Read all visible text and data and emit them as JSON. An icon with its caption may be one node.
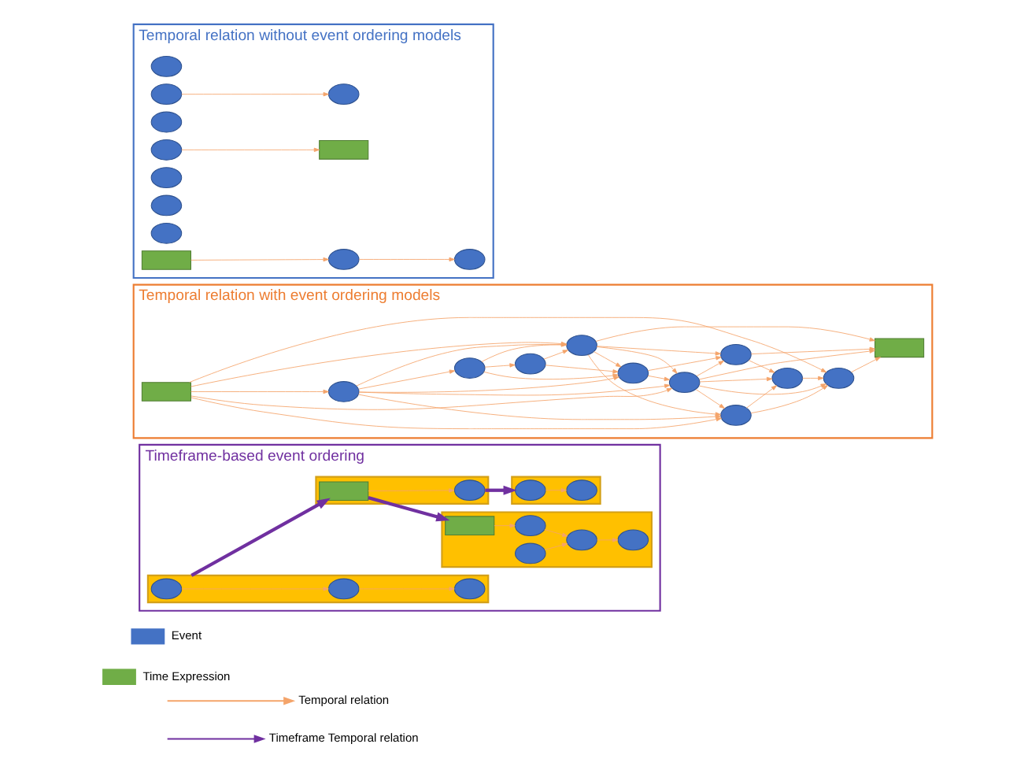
{
  "diagram": {
    "nodes": [
      {
        "text": [
          "Temporal relation without event ordering models"
        ]
      },
      {
        "text": [],
        "shape": "circle",
        "in": 0
      },
      {
        "text": [],
        "shape": "circle",
        "in": 0
      },
      {
        "text": [],
        "shape": "circle",
        "in": 0
      },
      {
        "text": [],
        "shape": "circle",
        "in": 0
      },
      {
        "text": [],
        "shape": "box",
        "in": 0
      },
      {
        "text": [],
        "shape": "circle",
        "in": 0
      },
      {
        "text": [],
        "shape": "circle",
        "in": 0
      },
      {
        "text": [],
        "shape": "circle",
        "in": 0
      },
      {
        "text": [],
        "shape": "circle",
        "in": 0
      },
      {
        "text": [],
        "shape": "circle",
        "in": 0
      },
      {
        "text": [],
        "shape": "circle",
        "in": 0
      },
      {
        "text": [],
        "shape": "box",
        "in": 0
      },
      {
        "text": [
          "Temporal relation with event ordering models"
        ]
      },
      {
        "text": [],
        "shape": "circle",
        "in": 13
      },
      {
        "text": [],
        "shape": "circle",
        "in": 13
      },
      {
        "text": [],
        "shape": "circle",
        "in": 13
      },
      {
        "text": [],
        "shape": "circle",
        "in": 13
      },
      {
        "text": [],
        "shape": "box",
        "in": 13
      },
      {
        "text": [],
        "shape": "circle",
        "in": 13
      },
      {
        "text": [],
        "shape": "circle",
        "in": 13
      },
      {
        "text": [],
        "shape": "circle",
        "in": 13
      },
      {
        "text": [],
        "shape": "circle",
        "in": 13
      },
      {
        "text": [],
        "shape": "circle",
        "in": 13
      },
      {
        "text": [],
        "shape": "circle",
        "in": 13
      },
      {
        "text": [],
        "shape": "box",
        "in": 13
      },
      {
        "text": [
          "Timeframe-based event ordering"
        ]
      },
      {
        "text": [],
        "shape": "bar",
        "in": 26
      },
      {
        "text": [],
        "shape": "circle",
        "in": 27
      },
      {
        "text": [],
        "shape": "circle",
        "in": 27
      },
      {
        "text": [],
        "shape": "circle",
        "in": 27
      },
      {
        "text": [],
        "shape": "bar",
        "in": 26
      },
      {
        "text": [],
        "shape": "box",
        "in": 31
      },
      {
        "text": [],
        "shape": "circle",
        "in": 31
      },
      {
        "text": [],
        "shape": "bar",
        "in": 26
      },
      {
        "text": [],
        "shape": "circle",
        "in": 34
      },
      {
        "text": [],
        "shape": "circle",
        "in": 34
      },
      {
        "text": [],
        "shape": "bar",
        "in": 26
      },
      {
        "text": [],
        "shape": "box",
        "in": 37
      },
      {
        "text": [],
        "shape": "circle",
        "in": 37
      },
      {
        "text": [],
        "shape": "circle",
        "in": 37
      },
      {
        "text": [],
        "shape": "circle",
        "in": 37
      },
      {
        "text": [],
        "shape": "circle",
        "in": 37
      }
    ],
    "edges": [
      {
        "from": 12,
        "to": 8,
        "arrow": "to"
      },
      {
        "from": 8,
        "to": 4,
        "arrow": "to"
      },
      {
        "from": 2,
        "to": 3,
        "arrow": "to"
      },
      {
        "from": 7,
        "to": 5,
        "arrow": "to"
      },
      {
        "from": 25,
        "to": 21,
        "arrow": "to"
      },
      {
        "from": 21,
        "to": 17,
        "arrow": "to"
      },
      {
        "from": 17,
        "to": 14,
        "arrow": "to"
      },
      {
        "from": 14,
        "to": 15,
        "arrow": "to"
      },
      {
        "from": 14,
        "to": 19,
        "arrow": "to"
      },
      {
        "from": 17,
        "to": 19,
        "arrow": "to"
      },
      {
        "from": 17,
        "to": 15,
        "arrow": "to"
      },
      {
        "from": 21,
        "to": 15,
        "arrow": "to"
      },
      {
        "from": 21,
        "to": 19,
        "arrow": "to"
      },
      {
        "from": 21,
        "to": 20,
        "arrow": "to"
      },
      {
        "from": 21,
        "to": 23,
        "arrow": "to"
      },
      {
        "from": 19,
        "to": 15,
        "arrow": "to"
      },
      {
        "from": 15,
        "to": 16,
        "arrow": "to"
      },
      {
        "from": 15,
        "to": 20,
        "arrow": "to"
      },
      {
        "from": 19,
        "to": 16,
        "arrow": "to"
      },
      {
        "from": 19,
        "to": 18,
        "arrow": "to"
      },
      {
        "from": 19,
        "to": 20,
        "arrow": "to"
      },
      {
        "from": 19,
        "to": 23,
        "arrow": "to"
      },
      {
        "from": 16,
        "to": 18,
        "arrow": "to"
      },
      {
        "from": 16,
        "to": 22,
        "arrow": "to"
      },
      {
        "from": 20,
        "to": 16,
        "arrow": "to"
      },
      {
        "from": 20,
        "to": 18,
        "arrow": "to"
      },
      {
        "from": 20,
        "to": 22,
        "arrow": "to"
      },
      {
        "from": 20,
        "to": 23,
        "arrow": "to"
      },
      {
        "from": 20,
        "to": 24,
        "arrow": "to"
      },
      {
        "from": 25,
        "to": 19,
        "arrow": "to"
      },
      {
        "from": 25,
        "to": 20,
        "arrow": "to"
      },
      {
        "from": 25,
        "to": 23,
        "arrow": "to"
      },
      {
        "from": 25,
        "to": 24,
        "arrow": "to"
      },
      {
        "from": 23,
        "to": 22,
        "arrow": "to"
      },
      {
        "from": 23,
        "to": 24,
        "arrow": "to"
      },
      {
        "from": 22,
        "to": 24,
        "arrow": "to"
      },
      {
        "from": 24,
        "to": 18,
        "arrow": "to"
      },
      {
        "from": 28,
        "to": 29,
        "arrow": "to"
      },
      {
        "from": 29,
        "to": 30,
        "arrow": "to"
      },
      {
        "from": 32,
        "to": 33,
        "arrow": "to"
      },
      {
        "from": 35,
        "to": 36,
        "arrow": "to"
      },
      {
        "from": 38,
        "to": 39,
        "arrow": "to"
      },
      {
        "from": 39,
        "to": 41,
        "arrow": "to"
      },
      {
        "from": 41,
        "to": 42,
        "arrow": "to"
      },
      {
        "from": 40,
        "to": 41,
        "arrow": "to"
      },
      {
        "from": 27,
        "to": 32,
        "arrow": "to",
        "style": "thick",
        "color": "#7030a0"
      },
      {
        "from": 33,
        "to": 34,
        "arrow": "to",
        "style": "thick",
        "color": "#7030a0"
      },
      {
        "from": 32,
        "to": 38,
        "arrow": "to",
        "style": "thick",
        "color": "#7030a0"
      }
    ],
    "legend": [
      {
        "text": "Event",
        "color": "#4472c4"
      },
      {
        "text": "Time Expression",
        "color": "#70ad47"
      },
      {
        "text": "Temporal relation"
      },
      {
        "text": "Timeframe Temporal relation"
      }
    ]
  }
}
